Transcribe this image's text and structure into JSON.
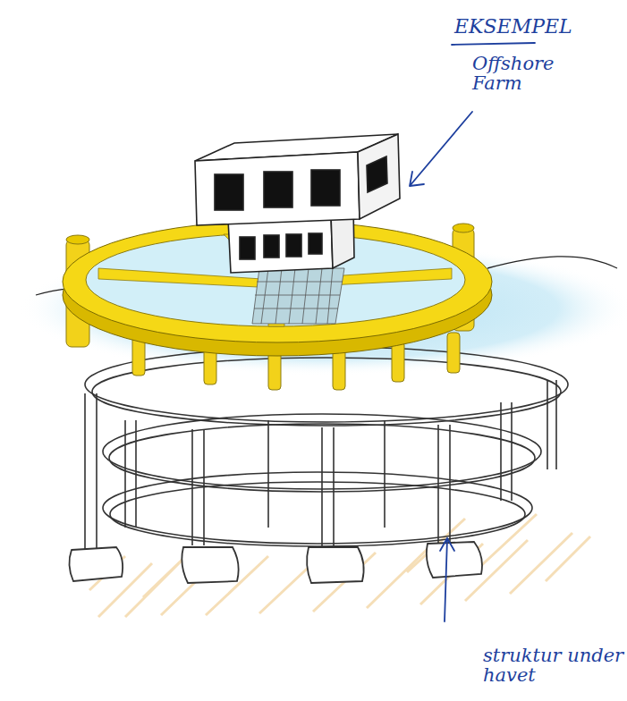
{
  "diagram": {
    "title": "EKSEMPEL",
    "labels": [
      "Offshore Farm",
      "struktur under havet"
    ]
  }
}
